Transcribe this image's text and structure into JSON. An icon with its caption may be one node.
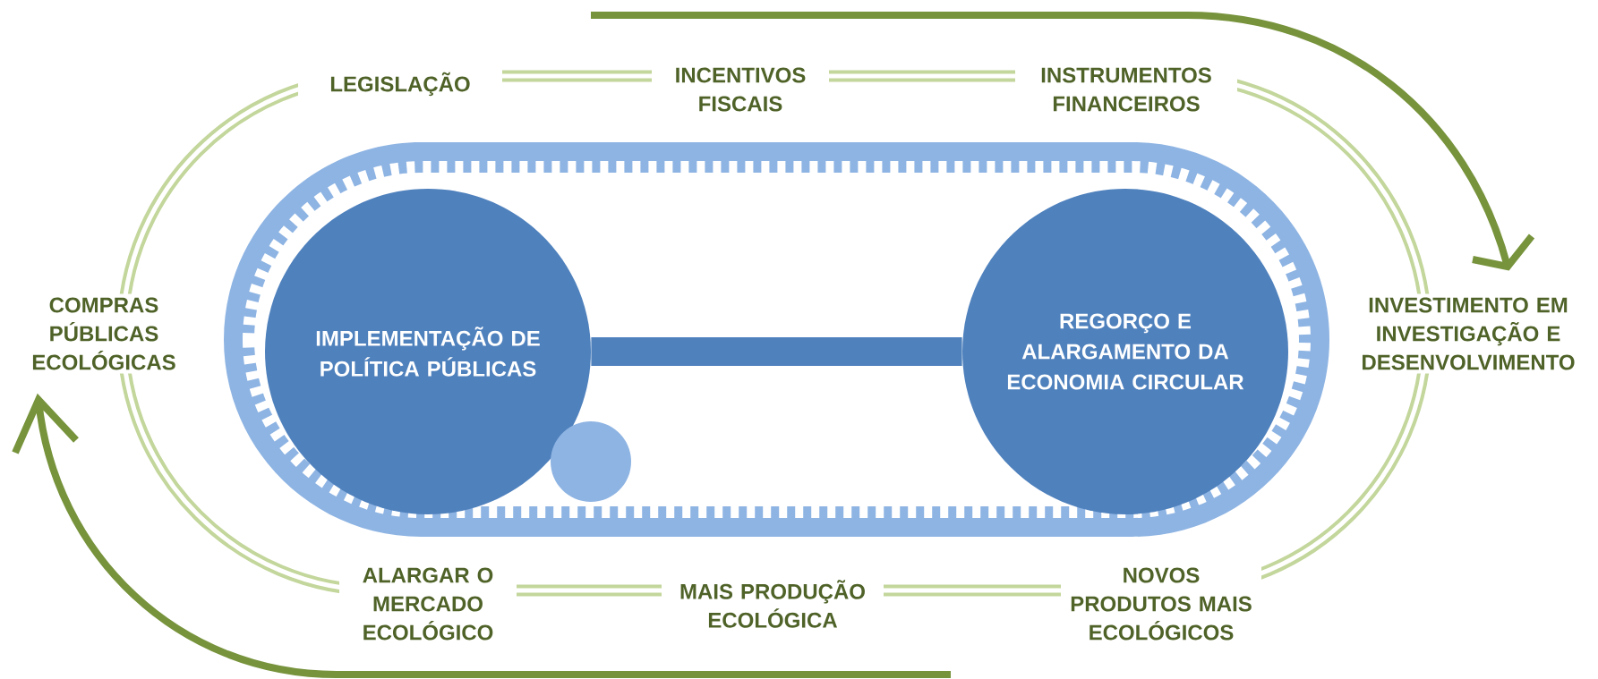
{
  "diagram": {
    "nodes": [
      {
        "text": [],
        "shape": "band"
      },
      {
        "text": [
          "IMPLEMENTAÇÃO DE POLÍTICA PÚBLICAS"
        ],
        "in": 0
      },
      {
        "text": [
          "REGORÇO E ALARGAMENTO DA ECONOMIA CIRCULAR"
        ],
        "in": 0
      },
      {
        "text": [],
        "shape": "circle",
        "in": 0
      }
    ],
    "edges": [
      {
        "from": 1,
        "to": 2,
        "arrow": "none"
      }
    ],
    "labels": [
      "LEGISLAÇÃO",
      "INCENTIVOS FISCAIS",
      "INSTRUMENTOS FINANCEIROS",
      "COMPRAS PÚBLICAS ECOLÓGICAS",
      "INVESTIMENTO EM INVESTIGAÇÃO E DESENVOLVIMENTO",
      "ALARGAR O MERCADO ECOLÓGICO",
      "MAIS PRODUÇÃO ECOLÓGICA",
      "NOVOS PRODUTOS MAIS ECOLÓGICOS"
    ]
  }
}
